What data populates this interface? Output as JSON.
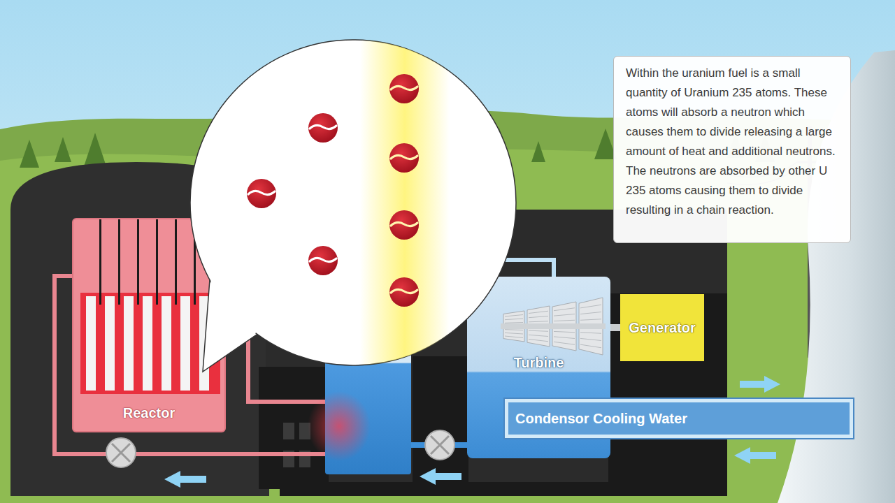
{
  "diagram": {
    "nodes": [
      {
        "text": [
          "Within the uranium fuel is a small quantity of Uranium 235 atoms. These atoms will absorb a neutron which causes them to divide releasing a large amount of heat and additional neutrons. The neutrons are absorbed by other U 235 atoms causing them to divide resulting in a chain reaction."
        ]
      },
      {
        "text": [
          "Reactor"
        ]
      },
      {
        "text": [
          "Turbine"
        ]
      },
      {
        "text": [
          "Generator"
        ]
      },
      {
        "text": [
          "Condensor Cooling Water"
        ]
      }
    ],
    "edges": [
      {
        "from": 2,
        "to": 3,
        "arrow": "none"
      }
    ]
  }
}
